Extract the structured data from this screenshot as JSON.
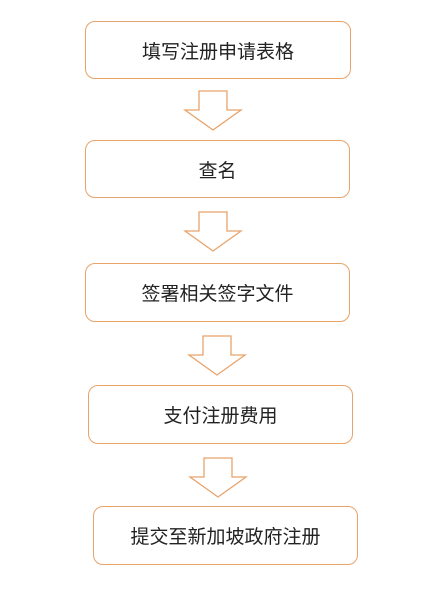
{
  "colors": {
    "border": "#e8a36a",
    "arrow": "#e8a36a",
    "text": "#222222",
    "background": "#ffffff"
  },
  "icons": {
    "connector": "down-arrow-icon"
  },
  "steps": [
    {
      "label": "填写注册申请表格"
    },
    {
      "label": "查名"
    },
    {
      "label": "签署相关签字文件"
    },
    {
      "label": "支付注册费用"
    },
    {
      "label": "提交至新加坡政府注册"
    }
  ]
}
